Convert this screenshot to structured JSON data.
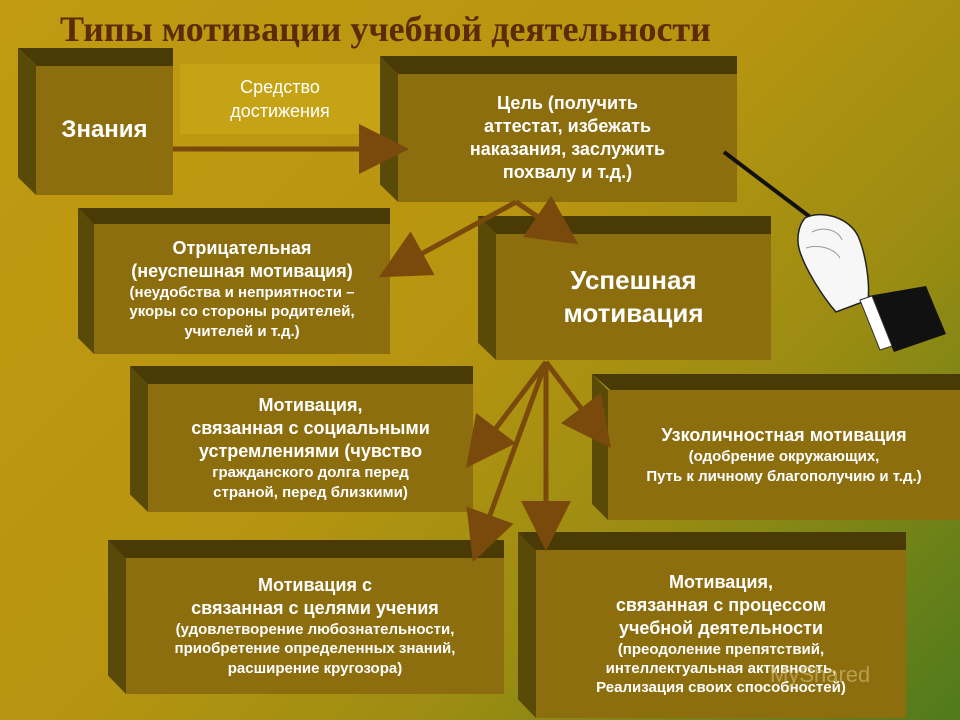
{
  "title": "Типы мотивации учебной деятельности",
  "knowledge": "Знания",
  "means": [
    "Средство",
    "достижения"
  ],
  "goal": [
    "Цель (получить",
    "аттестат, избежать",
    "наказания, заслужить",
    "похвалу и т.д.)"
  ],
  "negative": [
    "Отрицательная",
    "(неуспешная мотивация)",
    "(неудобства и неприятности –",
    "укоры со стороны родителей,",
    "учителей и т.д.)"
  ],
  "success": [
    "Успешная",
    "мотивация"
  ],
  "social": [
    "Мотивация,",
    "связанная с социальными",
    "устремлениями (чувство",
    "гражданского долга перед",
    "страной, перед близкими)"
  ],
  "personal": [
    "Узколичностная мотивация",
    "(одобрение окружающих,",
    "Путь к личному благополучию и т.д.)"
  ],
  "learning_goals": [
    "Мотивация с",
    "связанная с целями учения",
    "(удовлетворение любознательности,",
    "приобретение определенных знаний,",
    "расширение кругозора)"
  ],
  "process": [
    "Мотивация,",
    "связанная с процессом",
    "учебной деятельности",
    "(преодоление препятствий,",
    "интеллектуальная активность,",
    "Реализация своих способностей)"
  ],
  "watermark": "MyShared",
  "colors": {
    "box_face": "#8d6e0f",
    "title": "#5a2c08",
    "arrow": "#7a4a0c"
  }
}
